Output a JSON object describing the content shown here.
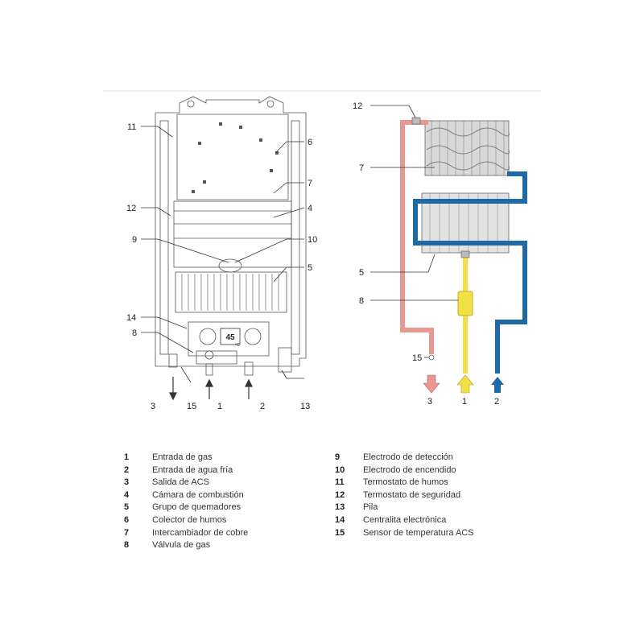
{
  "callouts": {
    "c1": "1",
    "c2": "2",
    "c3": "3",
    "c4": "4",
    "c5": "5",
    "c6": "6",
    "c7": "7",
    "c8": "8",
    "c9": "9",
    "c10": "10",
    "c11": "11",
    "c12": "12",
    "c13": "13",
    "c14": "14",
    "c15": "15"
  },
  "right_callouts": {
    "r12": "12",
    "r7": "7",
    "r5": "5",
    "r8": "8",
    "r15": "15",
    "r3": "3",
    "r1": "1",
    "r2": "2"
  },
  "display": {
    "value": "45",
    "unit": "ºC"
  },
  "pipe_colors": {
    "hot": "#e89890",
    "gas": "#f2e046",
    "cold": "#1e6aa8"
  },
  "legend": {
    "left": [
      {
        "num": "1",
        "label": "Entrada de gas"
      },
      {
        "num": "2",
        "label": "Entrada de agua fría"
      },
      {
        "num": "3",
        "label": "Salida de ACS"
      },
      {
        "num": "4",
        "label": "Cámara de combustión"
      },
      {
        "num": "5",
        "label": "Grupo de quemadores"
      },
      {
        "num": "6",
        "label": "Colector de humos"
      },
      {
        "num": "7",
        "label": "Intercambiador de cobre"
      },
      {
        "num": "8",
        "label": "Válvula de gas"
      }
    ],
    "right": [
      {
        "num": "9",
        "label": "Electrodo de detección"
      },
      {
        "num": "10",
        "label": "Electrodo de encendido"
      },
      {
        "num": "11",
        "label": "Termostato de humos"
      },
      {
        "num": "12",
        "label": "Termostato de seguridad"
      },
      {
        "num": "13",
        "label": "Pila"
      },
      {
        "num": "14",
        "label": "Centralita electrónica"
      },
      {
        "num": "15",
        "label": "Sensor de temperatura ACS"
      }
    ]
  }
}
